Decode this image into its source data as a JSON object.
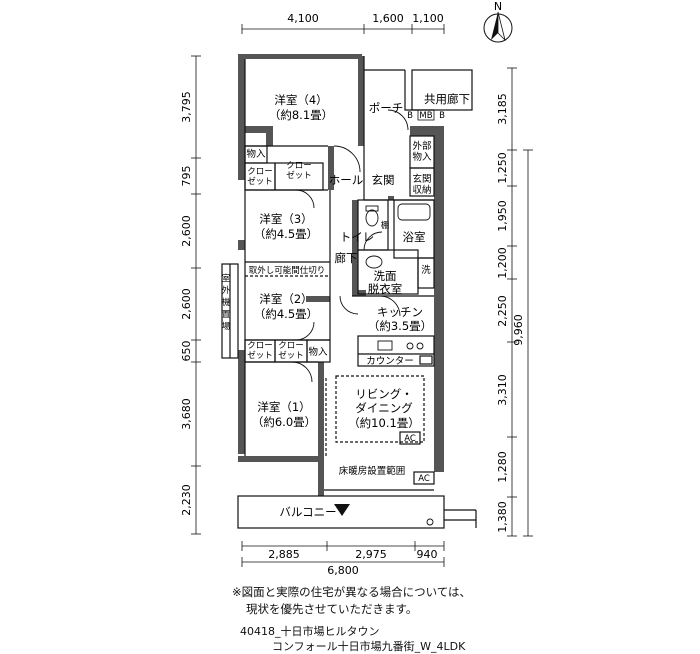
{
  "compass": {
    "label": "N"
  },
  "dimensions": {
    "top": [
      "4,100",
      "1,600",
      "1,100"
    ],
    "bottom": [
      "2,885",
      "2,975",
      "940"
    ],
    "bottom_total": "6,800",
    "left": [
      "3,795",
      "795",
      "2,600",
      "2,600",
      "650",
      "3,680",
      "2,230"
    ],
    "right": [
      "3,185",
      "1,250",
      "1,950",
      "1,200",
      "2,250",
      "3,310",
      "1,280",
      "1,380"
    ],
    "right_total": "9,960"
  },
  "rooms": {
    "bedroom4": {
      "name": "洋室（4）",
      "size": "（約8.1畳）"
    },
    "bedroom3": {
      "name": "洋室（3）",
      "size": "（約4.5畳）"
    },
    "bedroom2": {
      "name": "洋室（2）",
      "size": "（約4.5畳）"
    },
    "bedroom1": {
      "name": "洋室（1）",
      "size": "（約6.0畳）"
    },
    "ldk": {
      "name1": "リビング・",
      "name2": "ダイニング",
      "size": "（約10.1畳）"
    },
    "kitchen": {
      "name": "キッチン",
      "size": "（約3.5畳）"
    },
    "porch": "ポーチ",
    "common_corridor": "共用廊下",
    "hall": "ホール",
    "entrance": "玄関",
    "entrance_storage": [
      "玄関",
      "収納"
    ],
    "outer_storage": [
      "外部",
      "物入"
    ],
    "toilet": "トイレ",
    "bath": "浴室",
    "corridor": "廊下",
    "washroom": [
      "洗面",
      "脱衣室"
    ],
    "balcony": "バルコニー"
  },
  "labels": {
    "storage_upper": "物入",
    "storage_lower": "物入",
    "closet_lines": [
      "クロー",
      "ゼット"
    ],
    "removable_partition": "取外し可能間仕切り",
    "outdoor_unit": [
      "室",
      "外",
      "機",
      "置",
      "場"
    ],
    "counter": "カウンター",
    "floor_heating": "床暖房設置範囲",
    "ac": "AC",
    "mb": "MB",
    "b": "B",
    "wash": "洗",
    "kana": "棚"
  },
  "note": {
    "line1": "※図面と実際の住宅が異なる場合については、",
    "line2": "現状を優先させていただきます。"
  },
  "caption": {
    "line1": "40418_十日市場ヒルタウン",
    "line2": "コンフォール十日市場九番街_W_4LDK"
  }
}
